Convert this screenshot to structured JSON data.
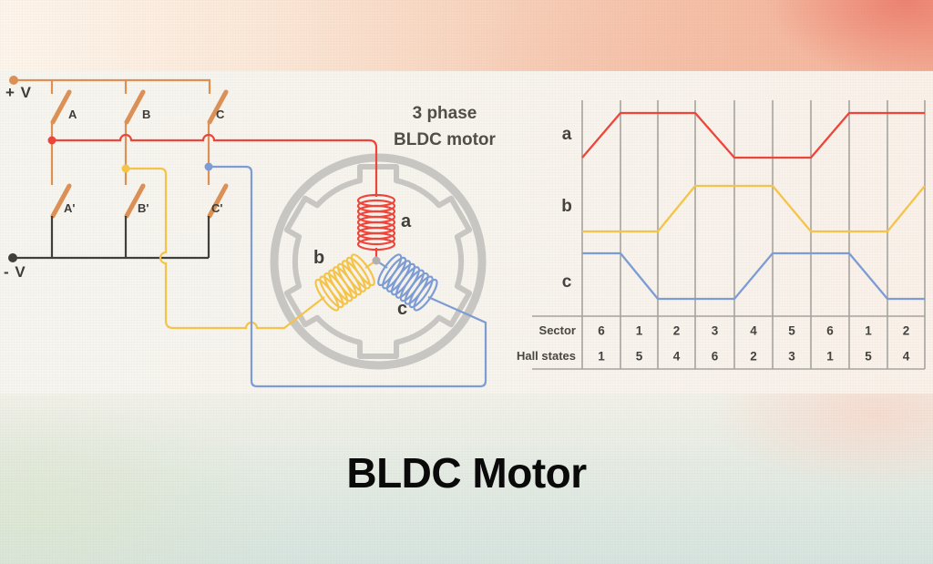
{
  "slide": {
    "title": "BLDC Motor"
  },
  "colors": {
    "red": "#ee453b",
    "yellow": "#f4c44a",
    "blue": "#7e9cd4",
    "orange": "#db9055",
    "wire_black": "#413f3c",
    "stator_gray": "#c8c6c2",
    "junction_gray": "#b3b1ad",
    "grid": "#a6a39f",
    "text_dark": "#44423e"
  },
  "circuit": {
    "pos_rail_label": "+ V",
    "neg_rail_label": "- V",
    "upper_switches": [
      "A",
      "B",
      "C"
    ],
    "lower_switches": [
      "A'",
      "B'",
      "C'"
    ]
  },
  "motor": {
    "caption_line1": "3 phase",
    "caption_line2": "BLDC motor",
    "coils": [
      {
        "label": "a",
        "color": "#ee453b"
      },
      {
        "label": "b",
        "color": "#f4c44a"
      },
      {
        "label": "c",
        "color": "#7e9cd4"
      }
    ]
  },
  "chart_data": {
    "type": "line",
    "x_unit": "sector boundary index 0-9 (9 equal sectors)",
    "y_levels": {
      "low": 0,
      "high": 1
    },
    "series": [
      {
        "name": "a",
        "color": "#ee453b",
        "points": [
          [
            0,
            0
          ],
          [
            1,
            1
          ],
          [
            3,
            1
          ],
          [
            4,
            0
          ],
          [
            6,
            0
          ],
          [
            7,
            1
          ],
          [
            9,
            1
          ]
        ]
      },
      {
        "name": "b",
        "color": "#f4c44a",
        "points": [
          [
            0,
            0
          ],
          [
            2,
            0
          ],
          [
            3,
            1
          ],
          [
            5,
            1
          ],
          [
            6,
            0
          ],
          [
            8,
            0
          ],
          [
            9,
            1
          ]
        ]
      },
      {
        "name": "c",
        "color": "#7e9cd4",
        "points": [
          [
            0,
            1
          ],
          [
            1,
            1
          ],
          [
            2,
            0
          ],
          [
            4,
            0
          ],
          [
            5,
            1
          ],
          [
            7,
            1
          ],
          [
            8,
            0
          ],
          [
            9,
            0
          ]
        ]
      }
    ],
    "sector_row": {
      "label": "Sector",
      "values": [
        "6",
        "1",
        "2",
        "3",
        "4",
        "5",
        "6",
        "1",
        "2"
      ]
    },
    "hall_row": {
      "label": "Hall states",
      "values": [
        "1",
        "5",
        "4",
        "6",
        "2",
        "3",
        "1",
        "5",
        "4"
      ]
    },
    "legend_position": "left-of-curves",
    "grid": "vertical-only"
  }
}
